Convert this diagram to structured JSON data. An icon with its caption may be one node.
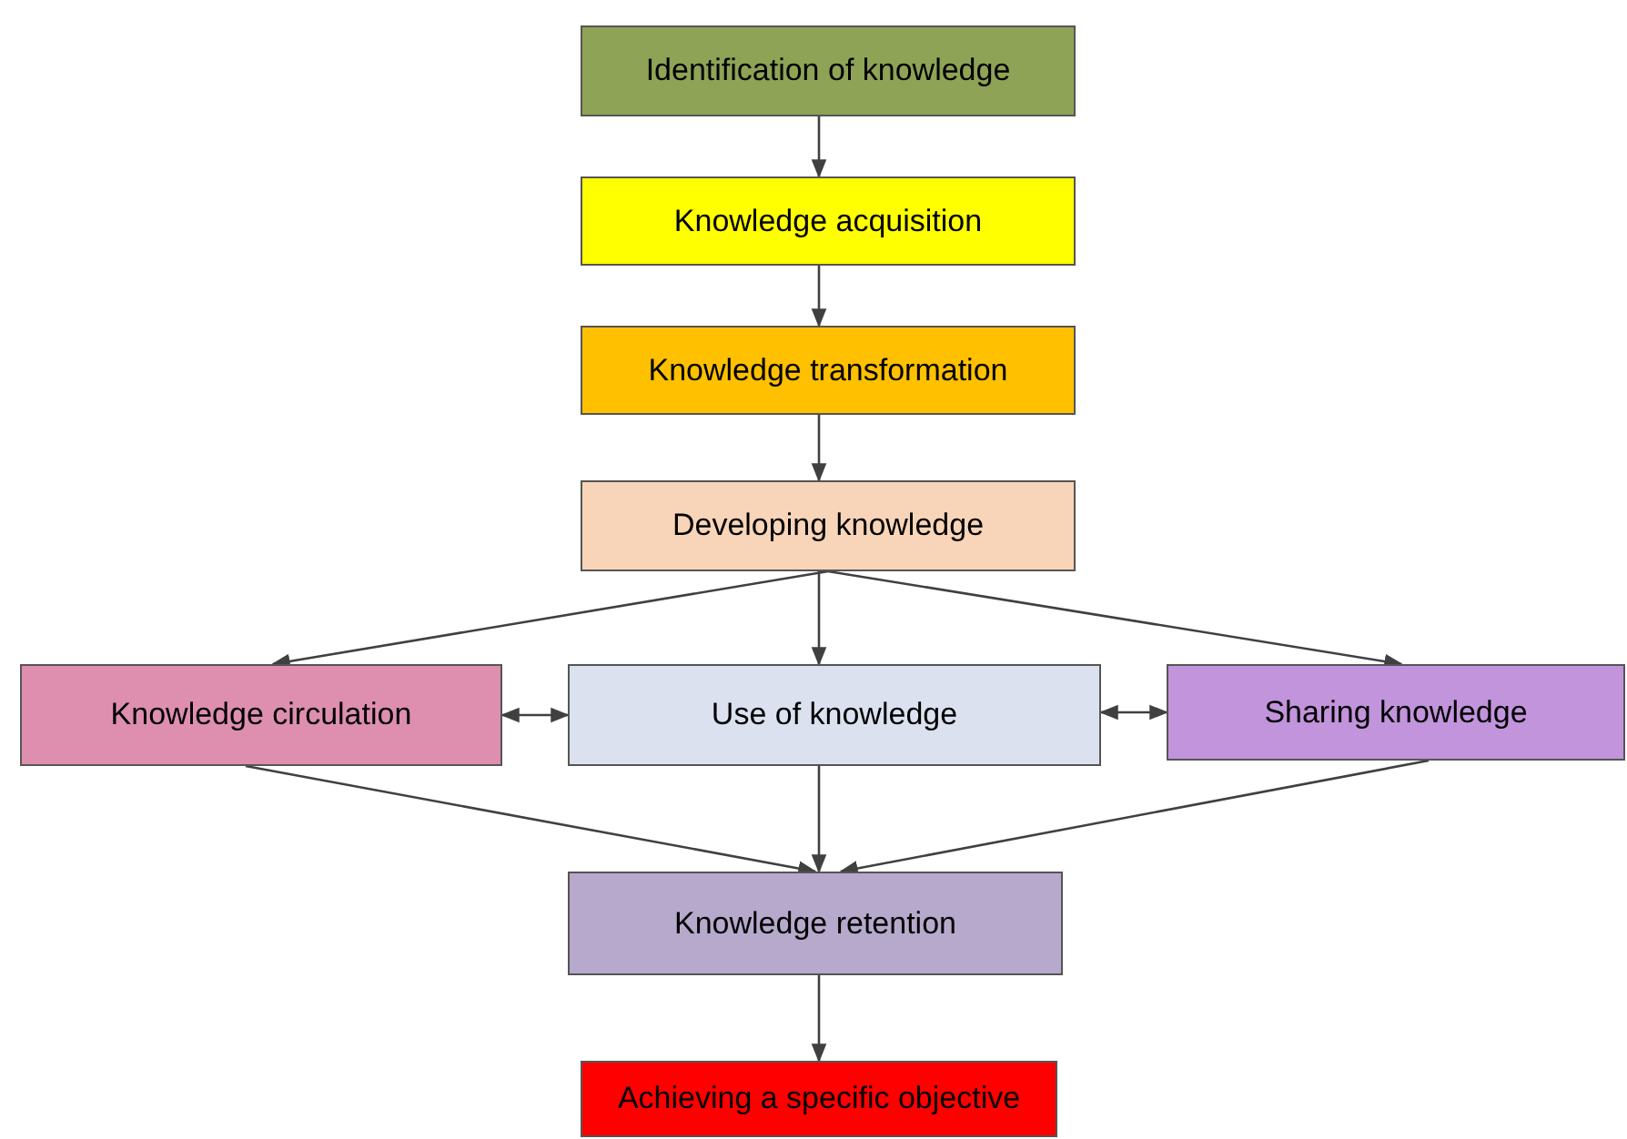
{
  "diagram": {
    "nodes": [
      {
        "text": [
          "Identification of knowledge"
        ]
      },
      {
        "text": [
          "Knowledge acquisition"
        ]
      },
      {
        "text": [
          "Knowledge transformation"
        ]
      },
      {
        "text": [
          "Developing knowledge"
        ]
      },
      {
        "text": [
          "Knowledge circulation"
        ]
      },
      {
        "text": [
          "Use of knowledge"
        ]
      },
      {
        "text": [
          "Sharing knowledge"
        ]
      },
      {
        "text": [
          "Knowledge retention"
        ]
      },
      {
        "text": [
          "Achieving a specific objective"
        ]
      }
    ],
    "edges": [
      {
        "from": 0,
        "to": 1,
        "arrow": "to"
      },
      {
        "from": 1,
        "to": 2,
        "arrow": "to"
      },
      {
        "from": 2,
        "to": 3,
        "arrow": "to"
      },
      {
        "from": 3,
        "to": 4,
        "arrow": "to"
      },
      {
        "from": 3,
        "to": 5,
        "arrow": "to"
      },
      {
        "from": 3,
        "to": 6,
        "arrow": "to"
      },
      {
        "from": 4,
        "to": 5,
        "arrow": "both"
      },
      {
        "from": 5,
        "to": 6,
        "arrow": "both"
      },
      {
        "from": 4,
        "to": 7,
        "arrow": "to"
      },
      {
        "from": 5,
        "to": 7,
        "arrow": "to"
      },
      {
        "from": 6,
        "to": 7,
        "arrow": "to"
      },
      {
        "from": 7,
        "to": 8,
        "arrow": "to"
      }
    ]
  }
}
